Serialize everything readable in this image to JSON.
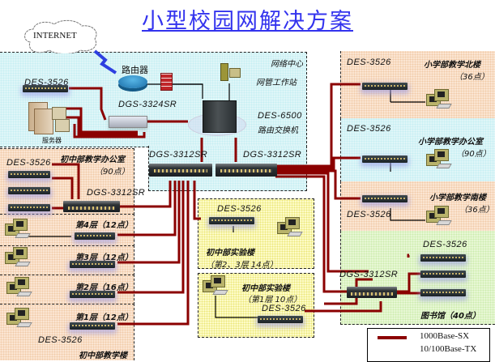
{
  "title": "小型校园网解决方案",
  "colors": {
    "title": "#3333ee",
    "fiber_link": "#8b0000",
    "copper_link": "#000000",
    "wan_link": "#2d3fe0",
    "zone_cyan": "#dff6f8",
    "zone_peach": "#fbe5d2",
    "zone_yellow": "#fdfbc6",
    "zone_green": "#e7f7d4"
  },
  "internet": {
    "label": "INTERNET",
    "icon": "cloud-icon"
  },
  "network_center": {
    "label": "网络中心",
    "router_label": "路由器",
    "mgmt_workstation_label": "网管工作站",
    "core_switch": {
      "model": "DES-6500",
      "label": "路由交换机"
    },
    "server_switch_model": "DES-3526",
    "server_aggregation_model": "DGS-3324SR",
    "servers_label": "服务器",
    "distribution": [
      {
        "model": "DGS-3312SR"
      },
      {
        "model": "DGS-3312SR"
      }
    ]
  },
  "junior_teaching_building": {
    "label": "初中部教学楼",
    "office": {
      "label": "初中部教学办公室",
      "points": "（90点）",
      "access_model": "DES-3526",
      "aggregation_model": "DGS-3312SR"
    },
    "floors": [
      {
        "label": "第4层（12点）"
      },
      {
        "label": "第3层（12点）"
      },
      {
        "label": "第2层（16点）"
      },
      {
        "label": "第1层（12点）"
      }
    ],
    "floor_switch_model": "DES-3526"
  },
  "junior_lab_building": [
    {
      "model": "DES-3526",
      "label": "初中部实验楼",
      "points": "（第2、3层 14点）"
    },
    {
      "model": "DES-3526",
      "label": "初中部实验楼",
      "points": "（第1层 10点）"
    }
  ],
  "primary_school": [
    {
      "model": "DES-3526",
      "label": "小学部教学北楼",
      "points": "（36点）"
    },
    {
      "model": "DES-3526",
      "label": "小学部教学办公室",
      "points": "（90点）"
    },
    {
      "model": "DES-3526",
      "label": "小学部教学南楼",
      "points": "（36点）"
    }
  ],
  "library": {
    "aggregation_model": "DGS-3312SR",
    "access_model": "DES-3526",
    "label": "图书馆（40点）"
  },
  "legend": [
    {
      "label": "1000Base-SX",
      "style": "thick-red"
    },
    {
      "label": "10/100Base-TX",
      "style": "thin-black"
    }
  ]
}
